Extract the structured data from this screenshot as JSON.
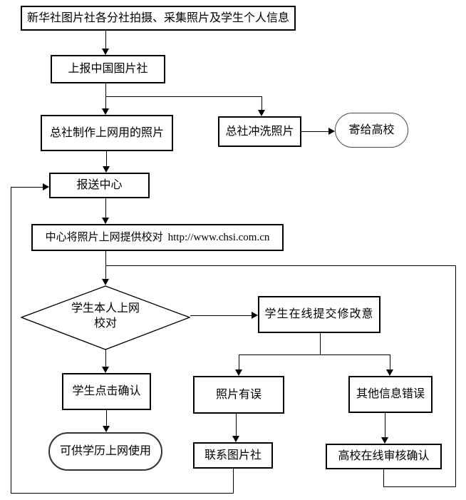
{
  "diagram": {
    "type": "flowchart",
    "background_color": "#ffffff",
    "line_color": "#000000",
    "nodes": {
      "collect": {
        "label": "新华社图片社各分社拍摄、采集照片及学生个人信息"
      },
      "report": {
        "label": "上报中国图片社"
      },
      "make_photos": {
        "label": "总社制作上网用的照片"
      },
      "develop_photos": {
        "label": "总社冲洗照片"
      },
      "mail_university": {
        "label": "寄给高校"
      },
      "submit_center": {
        "label": "报送中心"
      },
      "center_upload": {
        "label_cn": "中心将照片上网提供校对",
        "url": "http://www.chsi.com.cn"
      },
      "student_check": {
        "line1": "学生本人上网",
        "line2": "校对"
      },
      "student_confirm": {
        "label": "学生点击确认"
      },
      "diploma_usable": {
        "label": "可供学历上网使用"
      },
      "online_revision": {
        "label": "学生在线提交修改意"
      },
      "photo_error": {
        "label": "照片有误"
      },
      "contact_agency": {
        "label": "联系图片社"
      },
      "other_error": {
        "label": "其他信息错误"
      },
      "university_review": {
        "label": "高校在线审核确认"
      }
    }
  }
}
